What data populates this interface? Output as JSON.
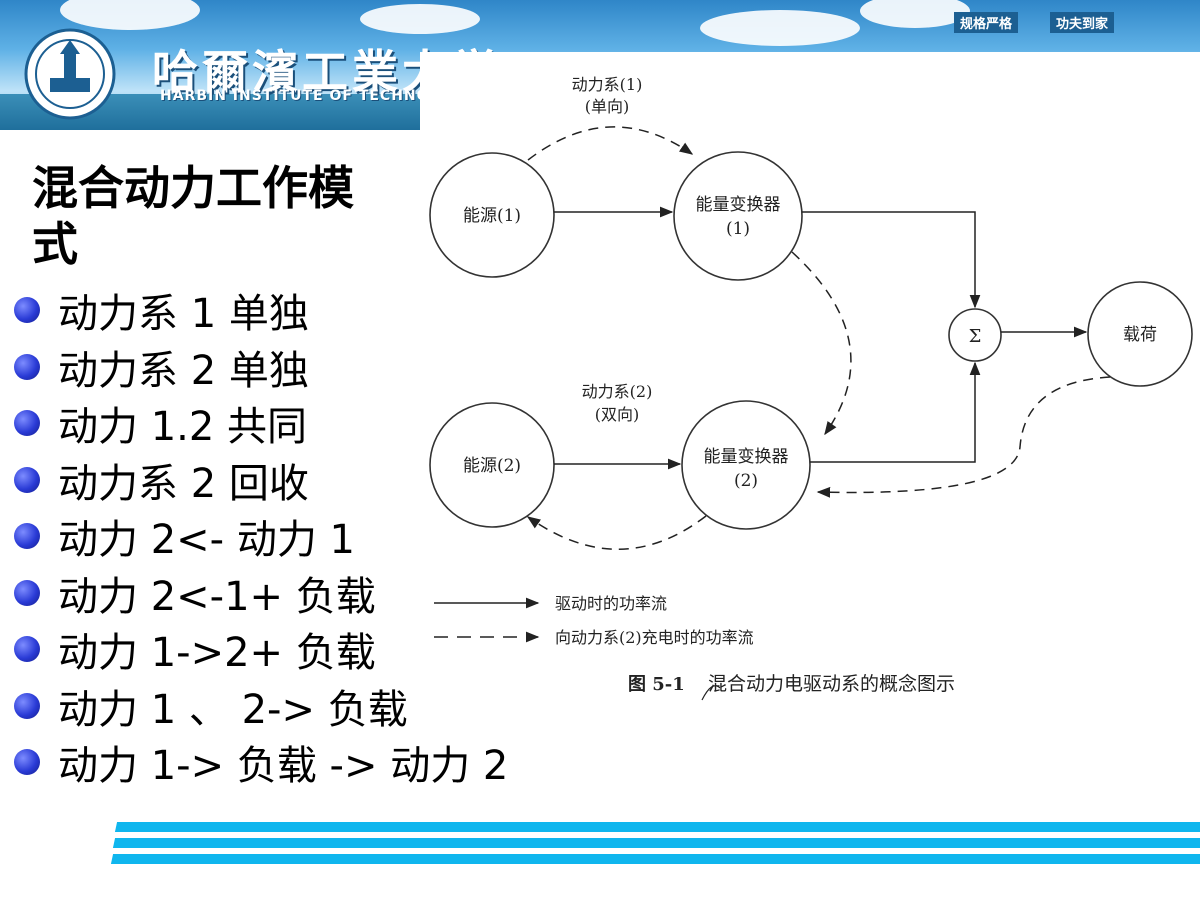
{
  "header": {
    "school_name_cn": "哈爾濱工業大学",
    "school_name_en": "HARBIN INSTITUTE OF TECHNOLOGY",
    "motto_left": "规格严格",
    "motto_right": "功夫到家"
  },
  "slide": {
    "title": "混合动力工作模式",
    "bullets": [
      "动力系 1 单独",
      "动力系 2 单独",
      "动力 1.2 共同",
      "动力系 2 回收",
      "动力 2<- 动力 1",
      "动力 2<-1+ 负载",
      "动力 1->2+ 负载",
      "动力 1 、 2-> 负载",
      "动力 1-> 负载 -> 动力 2"
    ]
  },
  "diagram": {
    "nodes": {
      "source1": "能源(1)",
      "converter1_line1": "能量变换器",
      "converter1_line2": "(1)",
      "source2": "能源(2)",
      "converter2_line1": "能量变换器",
      "converter2_line2": "(2)",
      "sum": "Σ",
      "load": "载荷"
    },
    "labels": {
      "powertrain1_line1": "动力系(1)",
      "powertrain1_line2": "(单向)",
      "powertrain2_line1": "动力系(2)",
      "powertrain2_line2": "(双向)"
    },
    "legend": {
      "solid": "驱动时的功率流",
      "dashed": "向动力系(2)充电时的功率流"
    },
    "caption": {
      "number": "图 5-1",
      "text": "混合动力电驱动系的概念图示"
    }
  }
}
